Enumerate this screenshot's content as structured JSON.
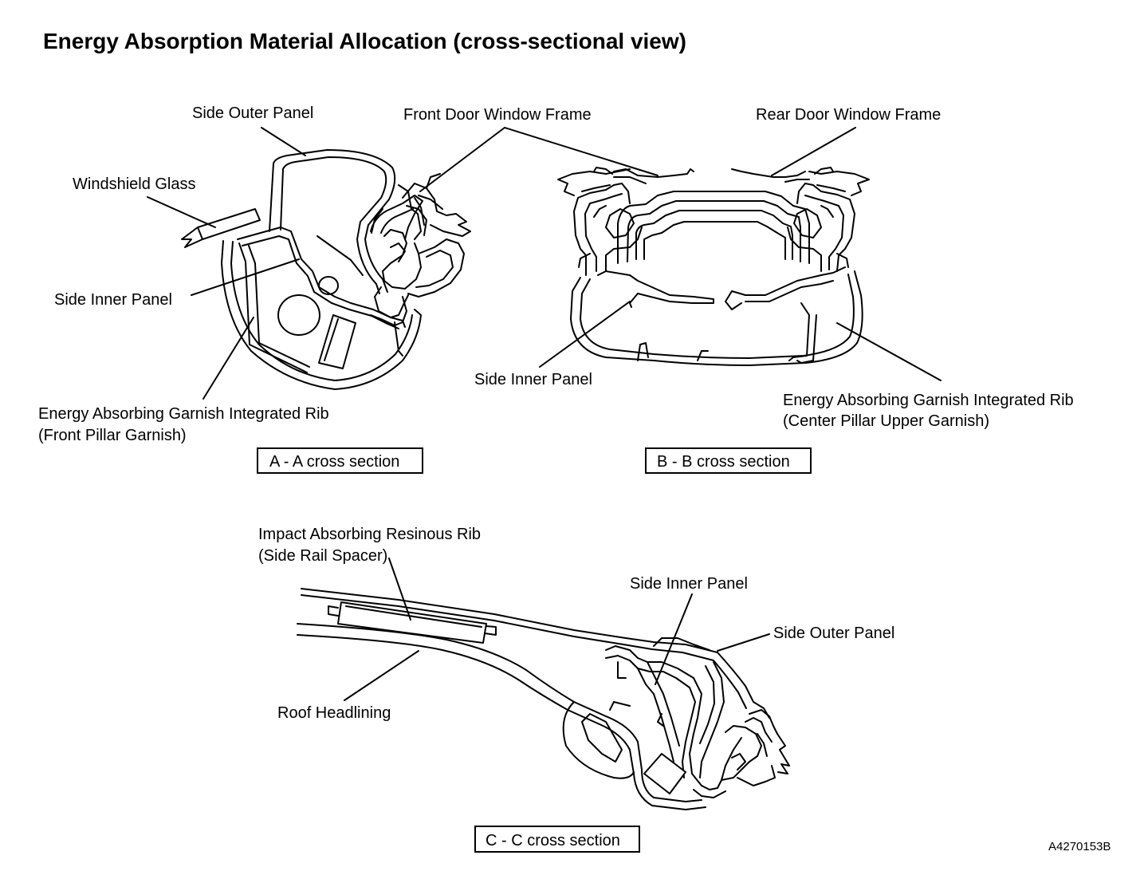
{
  "title": "Energy Absorption Material Allocation (cross-sectional view)",
  "doc_id": "A4270153B",
  "sections": {
    "aa": {
      "caption": "A - A cross section",
      "labels": {
        "side_outer_panel": "Side Outer Panel",
        "windshield_glass": "Windshield Glass",
        "side_inner_panel": "Side Inner Panel",
        "garnish_rib_line1": "Energy Absorbing Garnish Integrated Rib",
        "garnish_rib_line2": "(Front Pillar Garnish)"
      }
    },
    "bb": {
      "caption": "B - B cross section",
      "labels": {
        "front_door_window_frame": "Front Door Window Frame",
        "rear_door_window_frame": "Rear Door Window Frame",
        "side_inner_panel": "Side Inner Panel",
        "garnish_rib_line1": "Energy Absorbing Garnish Integrated Rib",
        "garnish_rib_line2": "(Center Pillar Upper Garnish)"
      }
    },
    "cc": {
      "caption": "C - C cross section",
      "labels": {
        "resinous_rib_line1": "Impact Absorbing Resinous Rib",
        "resinous_rib_line2": "(Side Rail Spacer)",
        "side_inner_panel": "Side Inner Panel",
        "side_outer_panel": "Side Outer Panel",
        "roof_headlining": "Roof Headlining"
      }
    }
  }
}
